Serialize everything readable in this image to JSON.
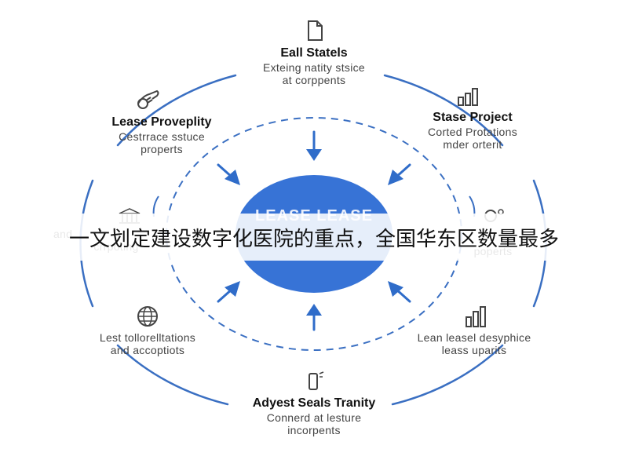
{
  "colors": {
    "ring": "#3a6fc2",
    "hub": "#3773d6",
    "arrow": "#2f6cc9",
    "icon": "#444444"
  },
  "hub": {
    "label": "LEASE LEASE"
  },
  "banner": {
    "text": "一文划定建设数字化医院的重点，全国华东区数量最多"
  },
  "nodes": [
    {
      "id": "top",
      "icon": "document-icon",
      "title": "Eall Statels",
      "desc1": "Exteing natity stsice",
      "desc2": "at corppents"
    },
    {
      "id": "top-right",
      "icon": "bar-chart-icon",
      "title": "Stase Project",
      "desc1": "Corted Protations",
      "desc2": "mder orterit"
    },
    {
      "id": "right",
      "icon": "gear-people-icon",
      "title": "",
      "desc1": "",
      "desc2": "poperts"
    },
    {
      "id": "bottom-right",
      "icon": "bar-chart-icon",
      "title": "",
      "desc1": "Lean leasel desyphice",
      "desc2": "leass uparits"
    },
    {
      "id": "bottom",
      "icon": "phone-icon",
      "title": "Adyest Seals Tranity",
      "desc1": "Connerd at lesture",
      "desc2": "incorpents"
    },
    {
      "id": "bottom-left",
      "icon": "globe-icon",
      "title": "",
      "desc1": "Lest tollorelltations",
      "desc2": "and accoptiots"
    },
    {
      "id": "left",
      "icon": "bank-icon",
      "title": "",
      "desc1": "and",
      "desc2": "crrpoting"
    },
    {
      "id": "top-left",
      "icon": "handshake-icon",
      "title": "Lease Proveplity",
      "desc1": "Cestrrace sstuce",
      "desc2": "properts"
    }
  ]
}
